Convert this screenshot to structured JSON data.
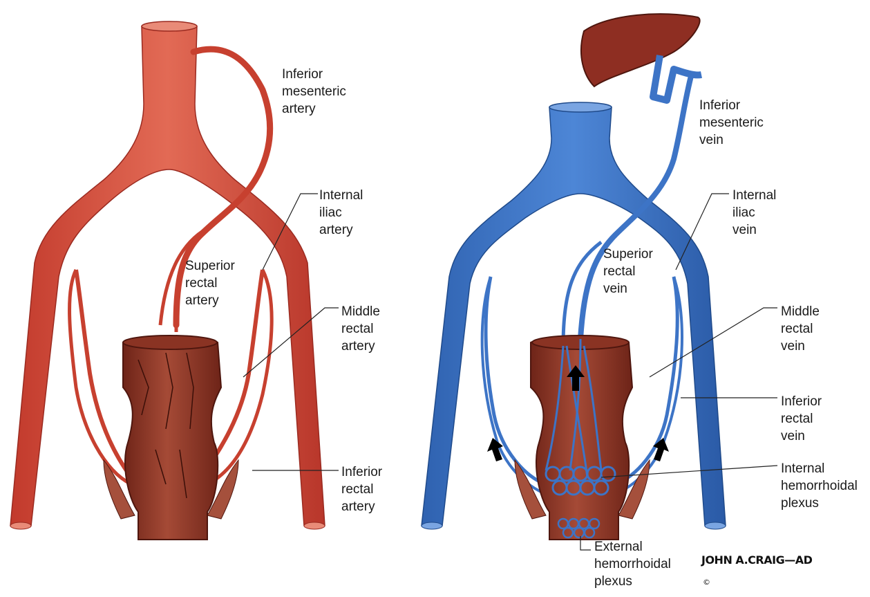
{
  "colors": {
    "artery": "#d9503f",
    "artery_dark": "#a8302a",
    "vein": "#3d74c6",
    "vein_dark": "#23508f",
    "rectum": "#7a2a1e",
    "rectum_light": "#b85a45",
    "liver": "#8e2e22"
  },
  "arterial_labels": {
    "inferior_mesenteric_artery": [
      "Inferior",
      "mesenteric",
      "artery"
    ],
    "internal_iliac_artery": [
      "Internal",
      "iliac",
      "artery"
    ],
    "superior_rectal_artery": [
      "Superior",
      "rectal",
      "artery"
    ],
    "middle_rectal_artery": [
      "Middle",
      "rectal",
      "artery"
    ],
    "inferior_rectal_artery": [
      "Inferior",
      "rectal",
      "artery"
    ]
  },
  "venous_labels": {
    "inferior_mesenteric_vein": [
      "Inferior",
      "mesenteric",
      "vein"
    ],
    "internal_iliac_vein": [
      "Internal",
      "iliac",
      "vein"
    ],
    "superior_rectal_vein": [
      "Superior",
      "rectal",
      "vein"
    ],
    "middle_rectal_vein": [
      "Middle",
      "rectal",
      "vein"
    ],
    "inferior_rectal_vein": [
      "Inferior",
      "rectal",
      "vein"
    ],
    "internal_hemorrhoidal_plexus": [
      "Internal",
      "hemorrhoidal",
      "plexus"
    ],
    "external_hemorrhoidal_plexus": [
      "External",
      "hemorrhoidal",
      "plexus"
    ]
  },
  "signature": {
    "artist": "JOHN A.CRAIG",
    "suffix": "AD",
    "copyright": "©"
  }
}
